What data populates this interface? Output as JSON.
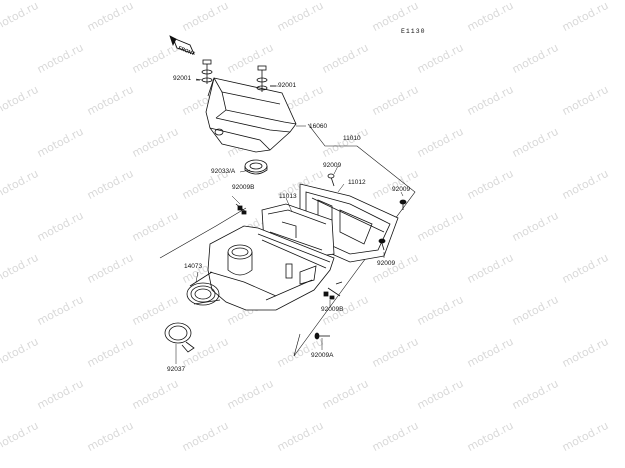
{
  "figure_code": "E1130",
  "front_label": "FRONT",
  "watermark": "motod.ru",
  "labels": {
    "p92001_left": "92001",
    "p92001_right": "92001",
    "p16060": "16060",
    "p11010": "11010",
    "p92033a": "92033/A",
    "p92009_top": "92009",
    "p11012": "11012",
    "p92009_right": "92009",
    "p92009b_upper": "92009B",
    "p11013": "11013",
    "p14073": "14073",
    "p92009_lower_right": "92009",
    "p92009b_lower": "92009B",
    "p92009a": "92009A",
    "p92037": "92037"
  }
}
